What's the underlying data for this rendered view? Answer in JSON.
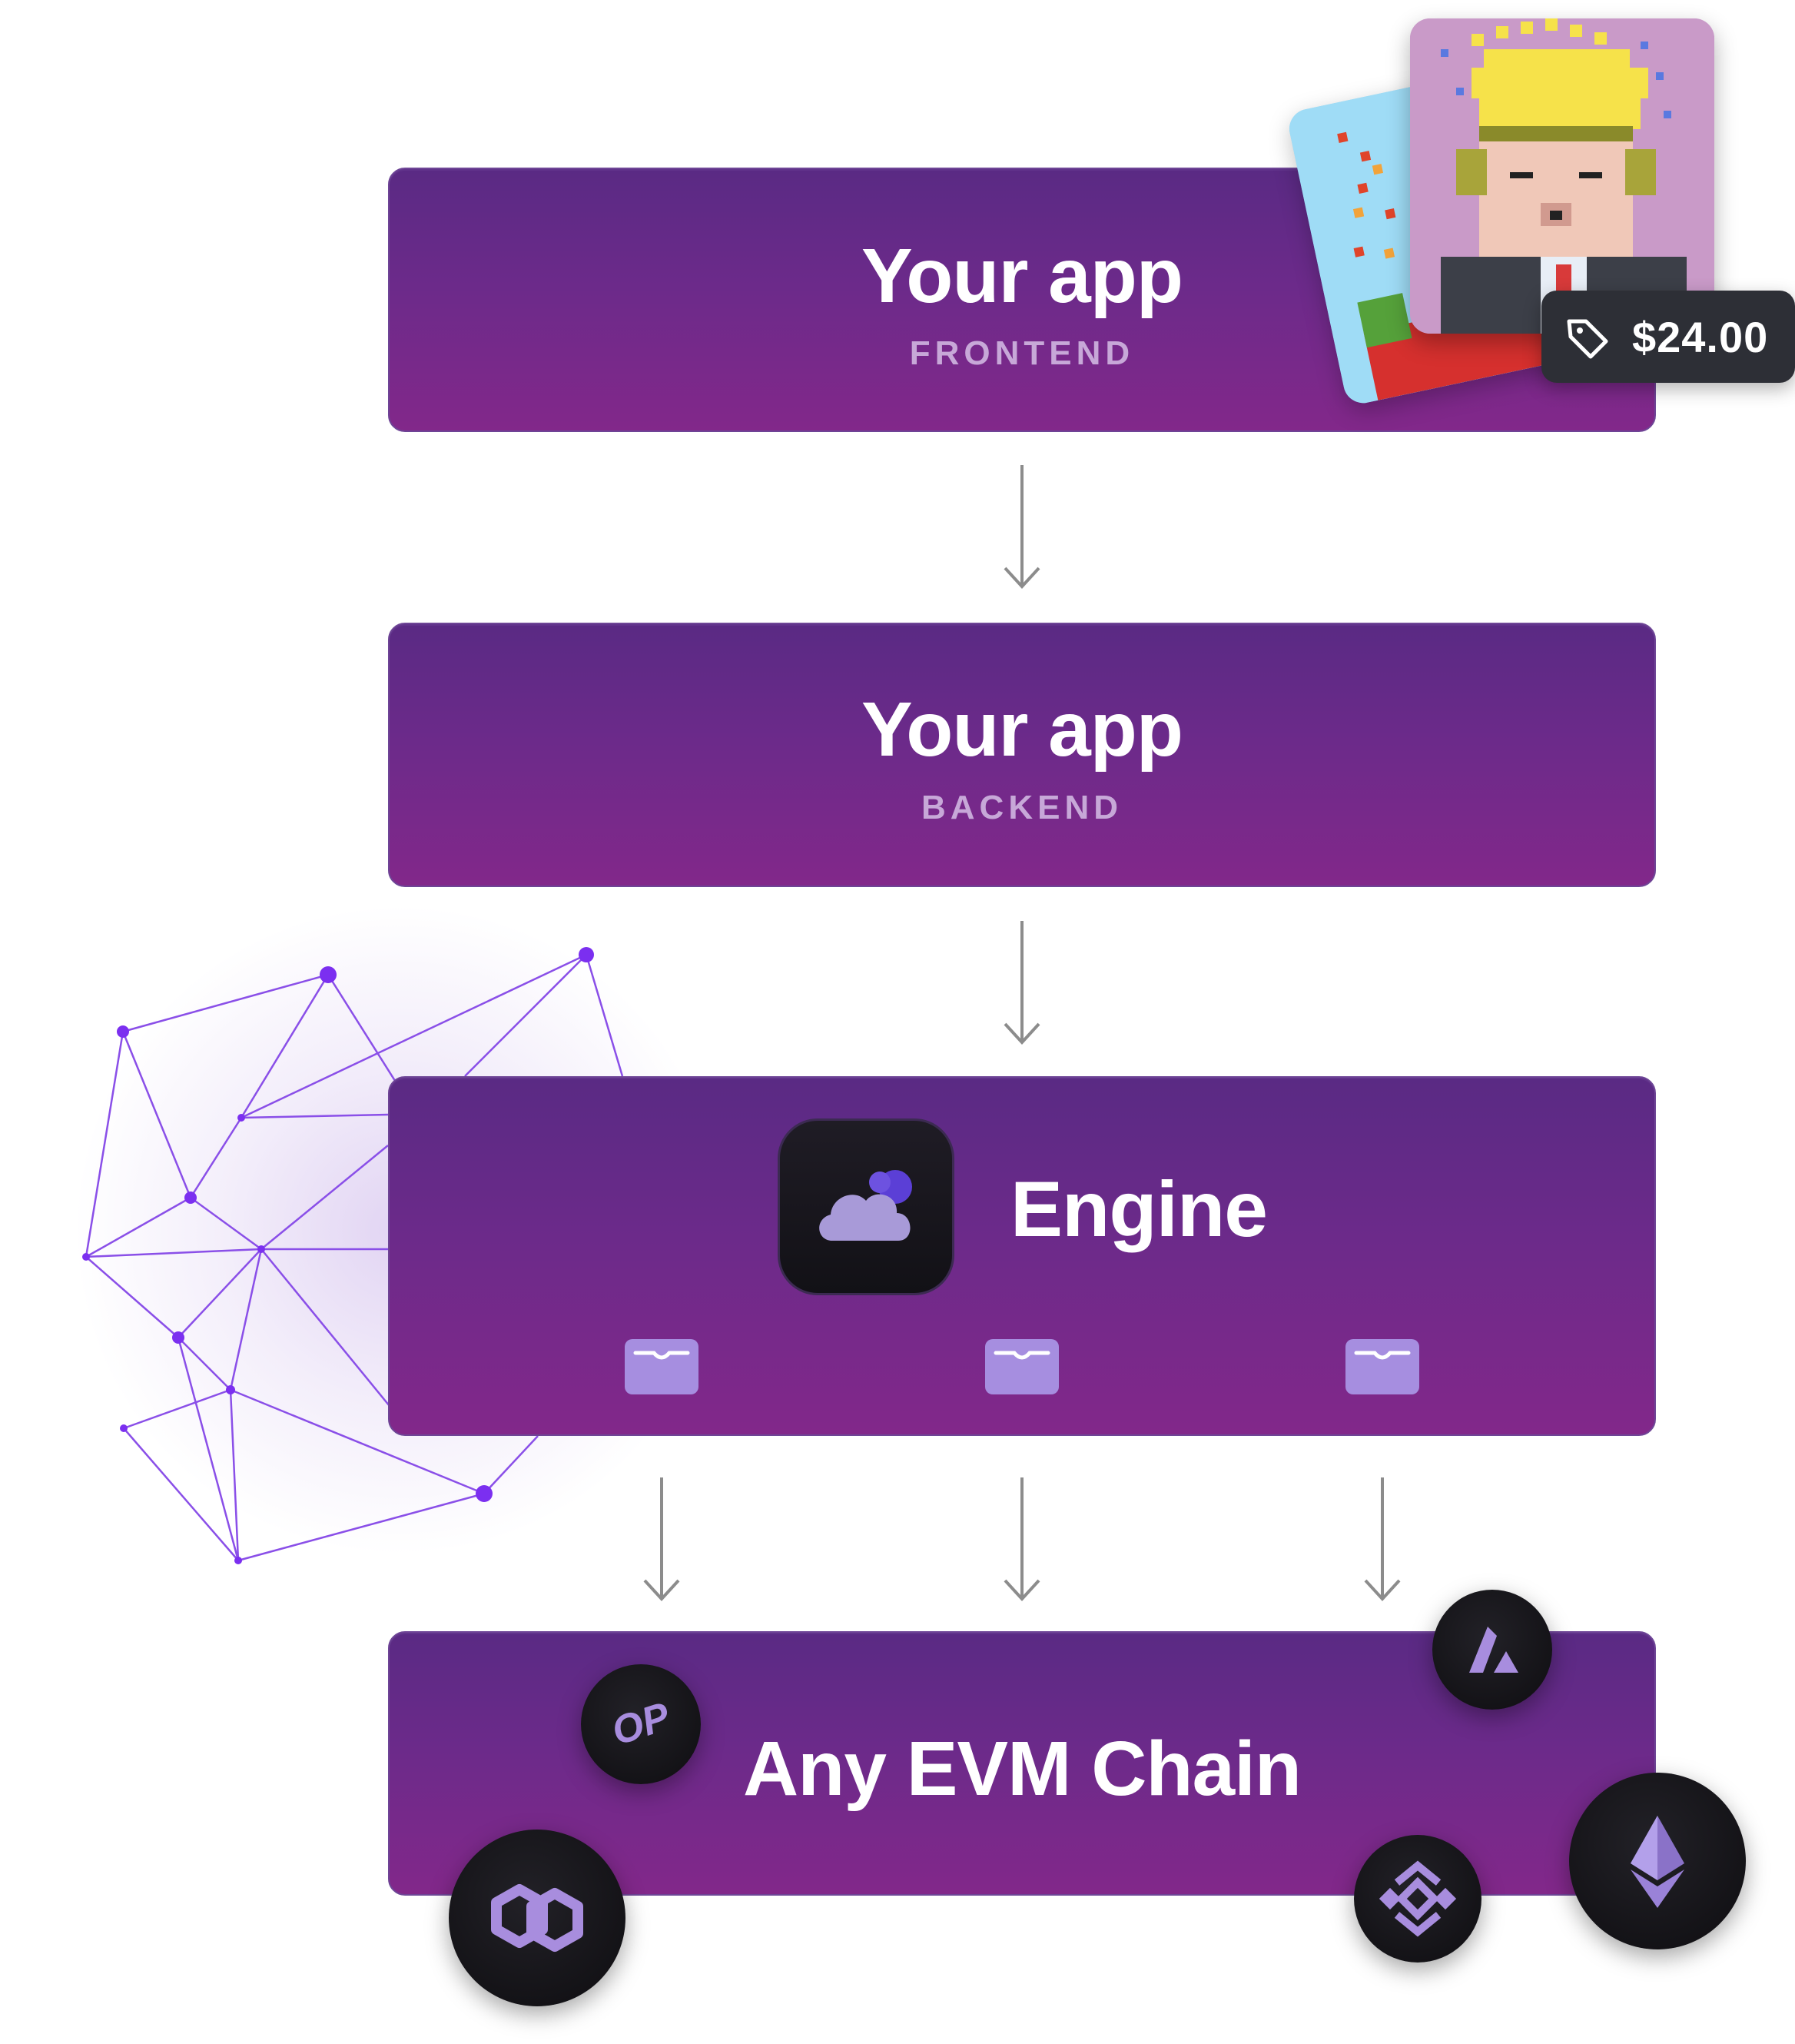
{
  "frontend": {
    "title": "Your app",
    "subtitle": "FRONTEND"
  },
  "backend": {
    "title": "Your app",
    "subtitle": "BACKEND"
  },
  "engine": {
    "title": "Engine",
    "icon": "cloud-icon"
  },
  "chain": {
    "title": "Any EVM Chain"
  },
  "nft": {
    "price": "$24.00",
    "icon": "tag-icon"
  },
  "chains": [
    "op-icon",
    "polygon-icon",
    "avalanche-icon",
    "bnb-icon",
    "ethereum-icon"
  ],
  "colors": {
    "box": "#6c2a8a",
    "accent": "#a88dde",
    "arrow": "#8c8c8c",
    "mesh": "#7b3fe4"
  }
}
